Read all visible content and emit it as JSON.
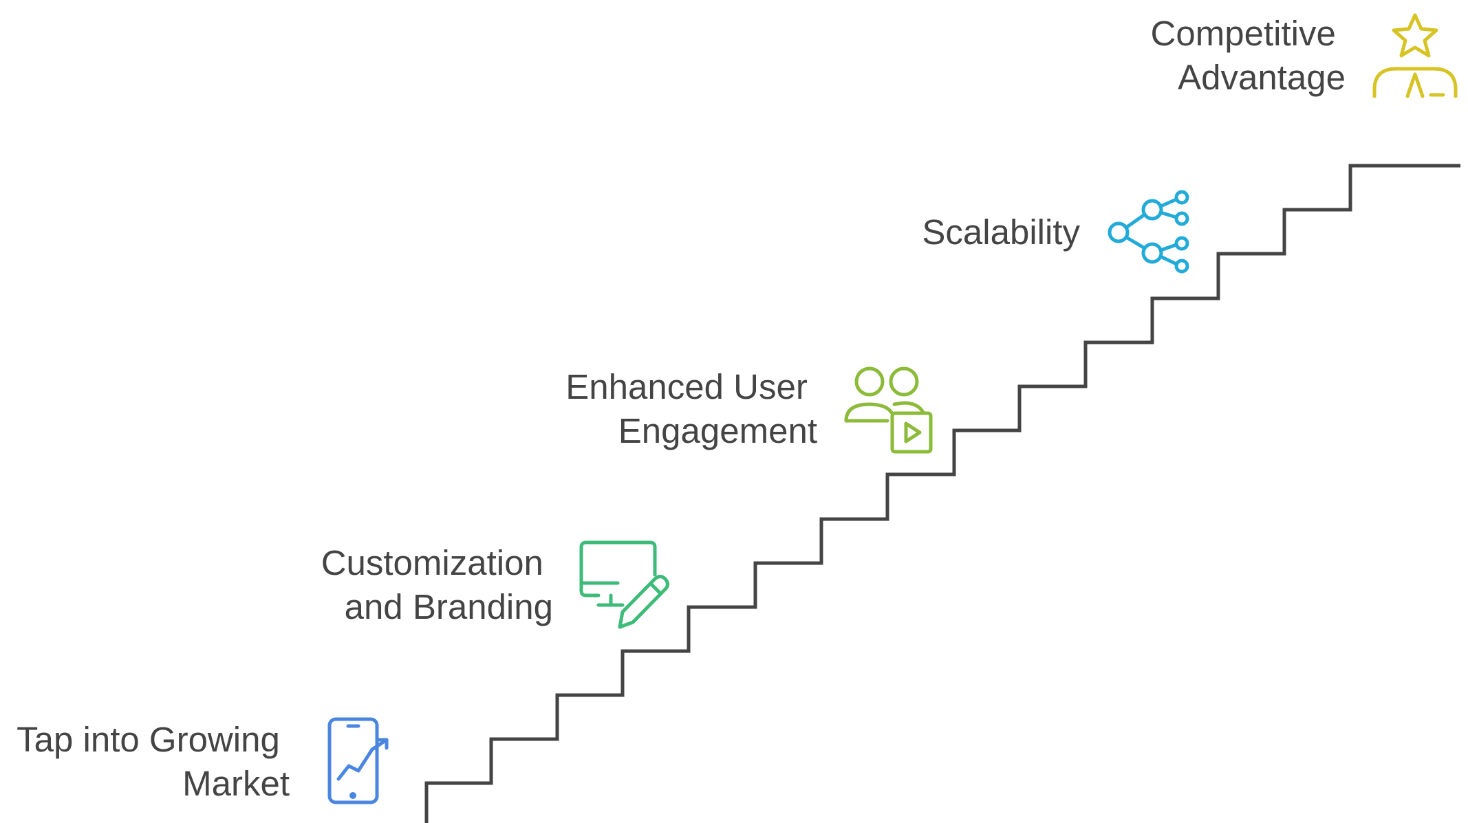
{
  "steps": [
    {
      "lines": [
        "Tap into Growing",
        "Market"
      ],
      "icon": "smartphone-growth-chart-icon",
      "color": "#4a86e0"
    },
    {
      "lines": [
        "Customization",
        "and Branding"
      ],
      "icon": "monitor-pencil-icon",
      "color": "#3dbb78"
    },
    {
      "lines": [
        "Enhanced User",
        "Engagement"
      ],
      "icon": "users-video-icon",
      "color": "#8cbb3a"
    },
    {
      "lines": [
        "Scalability"
      ],
      "icon": "network-share-icon",
      "color": "#22aad8"
    },
    {
      "lines": [
        "Competitive",
        "Advantage"
      ],
      "icon": "person-star-icon",
      "color": "#d7c323"
    }
  ],
  "staircase_color": "#444444"
}
